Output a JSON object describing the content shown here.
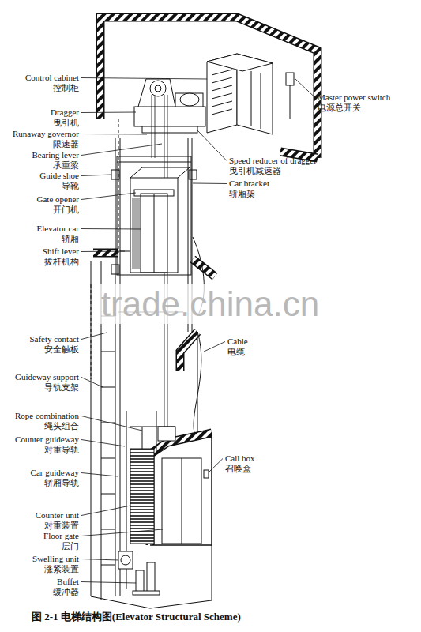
{
  "diagram": {
    "caption": "图 2-1  电梯结构图(Elevator Structural Scheme)",
    "labels": [
      "Control cabinet",
      "控制柜",
      "Master power switch",
      "电源总开关",
      "Dragger",
      "曳引机",
      "Runaway governor",
      "限速器",
      "Bearing lever",
      "承重梁",
      "Guide shoe",
      "导靴",
      "Speed reducer of dragger",
      "曳引机减速器",
      "Car bracket",
      "轿厢架",
      "Gate opener",
      "开门机",
      "Elevator car",
      "轿厢",
      "Shift lever",
      "拔杆机构",
      "trade.china.cn",
      "Safety contact",
      "安全触板",
      "Cable",
      "电缆",
      "Guideway support",
      "导轨支架",
      "Rope combination",
      "绳头组合",
      "Counter guideway",
      "对重导轨",
      "Call box",
      "召唤盒",
      "Car guideway",
      "轿厢导轨",
      "Counter unit",
      "对重装置",
      "Floor gate",
      "层门",
      "Swelling unit",
      "涨紧装置",
      "Buffet",
      "缓冲器"
    ]
  }
}
